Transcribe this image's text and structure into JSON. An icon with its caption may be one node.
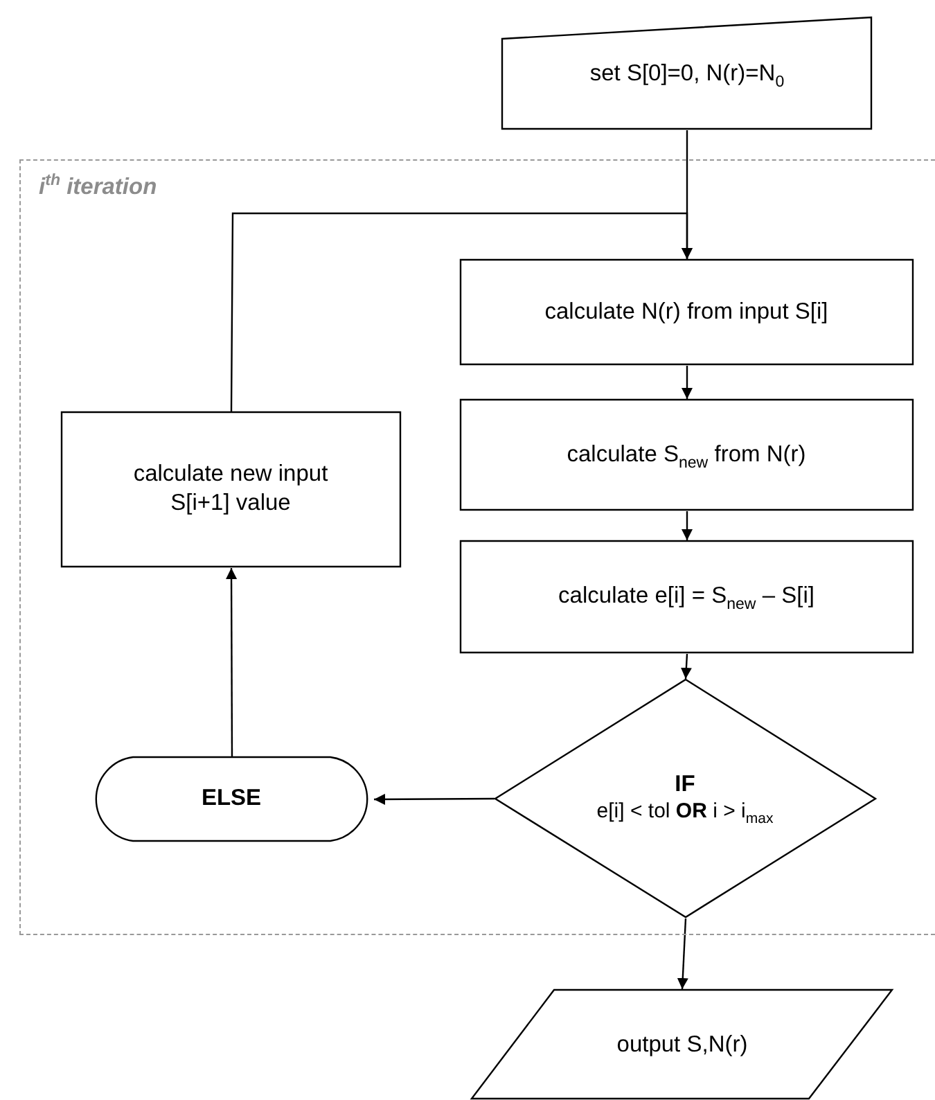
{
  "diagram": {
    "nodes": [
      {
        "text": [
          "set S[0]=0, N(r)=N$_{0}$"
        ]
      },
      {
        "text": [
          "i$^{th}$ iteration"
        ]
      },
      {
        "text": [
          "calculate N(r) from input S[i]"
        ],
        "in": 1
      },
      {
        "text": [
          "calculate S$_{new}$ from N(r)"
        ],
        "in": 1
      },
      {
        "text": [
          "calculate e[i] = S$_{new}$ – S[i]"
        ],
        "in": 1
      },
      {
        "text": [
          "IF",
          "e[i] < tol **OR** i > i$_{max}$"
        ],
        "in": 1
      },
      {
        "text": [
          "ELSE"
        ],
        "in": 1
      },
      {
        "text": [
          "calculate new input S[i+1] value"
        ],
        "in": 1
      },
      {
        "text": [
          "output S,N(r)"
        ]
      }
    ],
    "edges": [
      {
        "from": 0,
        "to": 2,
        "arrow": "to"
      },
      {
        "from": 2,
        "to": 3,
        "arrow": "to"
      },
      {
        "from": 3,
        "to": 4,
        "arrow": "to"
      },
      {
        "from": 4,
        "to": 5,
        "arrow": "to"
      },
      {
        "from": 5,
        "to": 6,
        "arrow": "to"
      },
      {
        "from": 6,
        "to": 7,
        "arrow": "to"
      },
      {
        "from": 7,
        "to": 2,
        "arrow": "to"
      },
      {
        "from": 5,
        "to": 8,
        "arrow": "to"
      }
    ]
  }
}
